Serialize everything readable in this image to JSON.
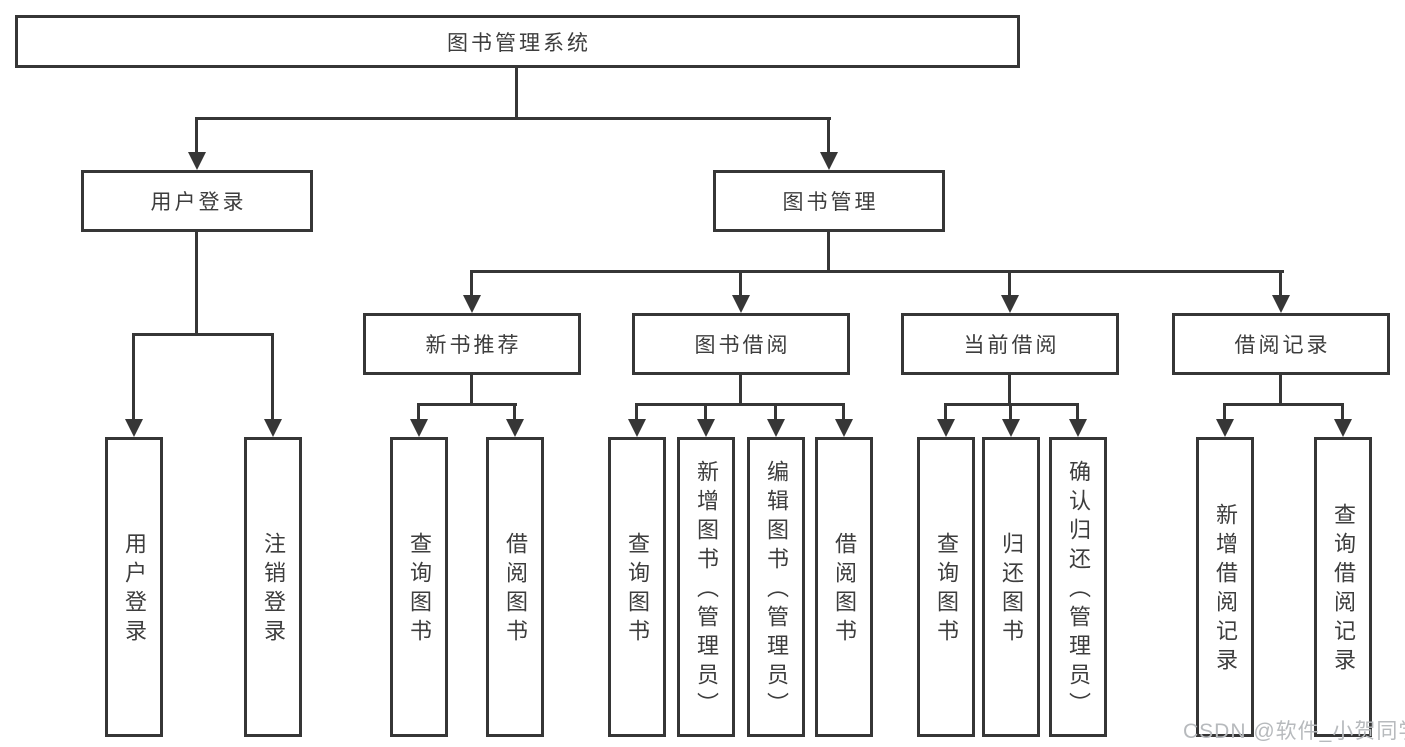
{
  "diagram": {
    "title": "图书管理系统",
    "colors": {
      "line": "#363636",
      "border": "#363636",
      "text": "#3d3d3d",
      "background": "#ffffff",
      "watermark": "#b7babd"
    },
    "nodes": {
      "root": "图书管理系统",
      "l2": [
        "用户登录",
        "图书管理"
      ],
      "l3": [
        "新书推荐",
        "图书借阅",
        "当前借阅",
        "借阅记录"
      ],
      "leaves_user": [
        "用户登录",
        "注销登录"
      ],
      "leaves_newbook": [
        "查询图书",
        "借阅图书"
      ],
      "leaves_borrow": [
        "查询图书",
        "新增图书（管理员）",
        "编辑图书（管理员）",
        "借阅图书"
      ],
      "leaves_current": [
        "查询图书",
        "归还图书",
        "确认归还（管理员）"
      ],
      "leaves_records": [
        "新增借阅记录",
        "查询借阅记录"
      ]
    },
    "watermark": "CSDN @软件_小贺同学"
  }
}
